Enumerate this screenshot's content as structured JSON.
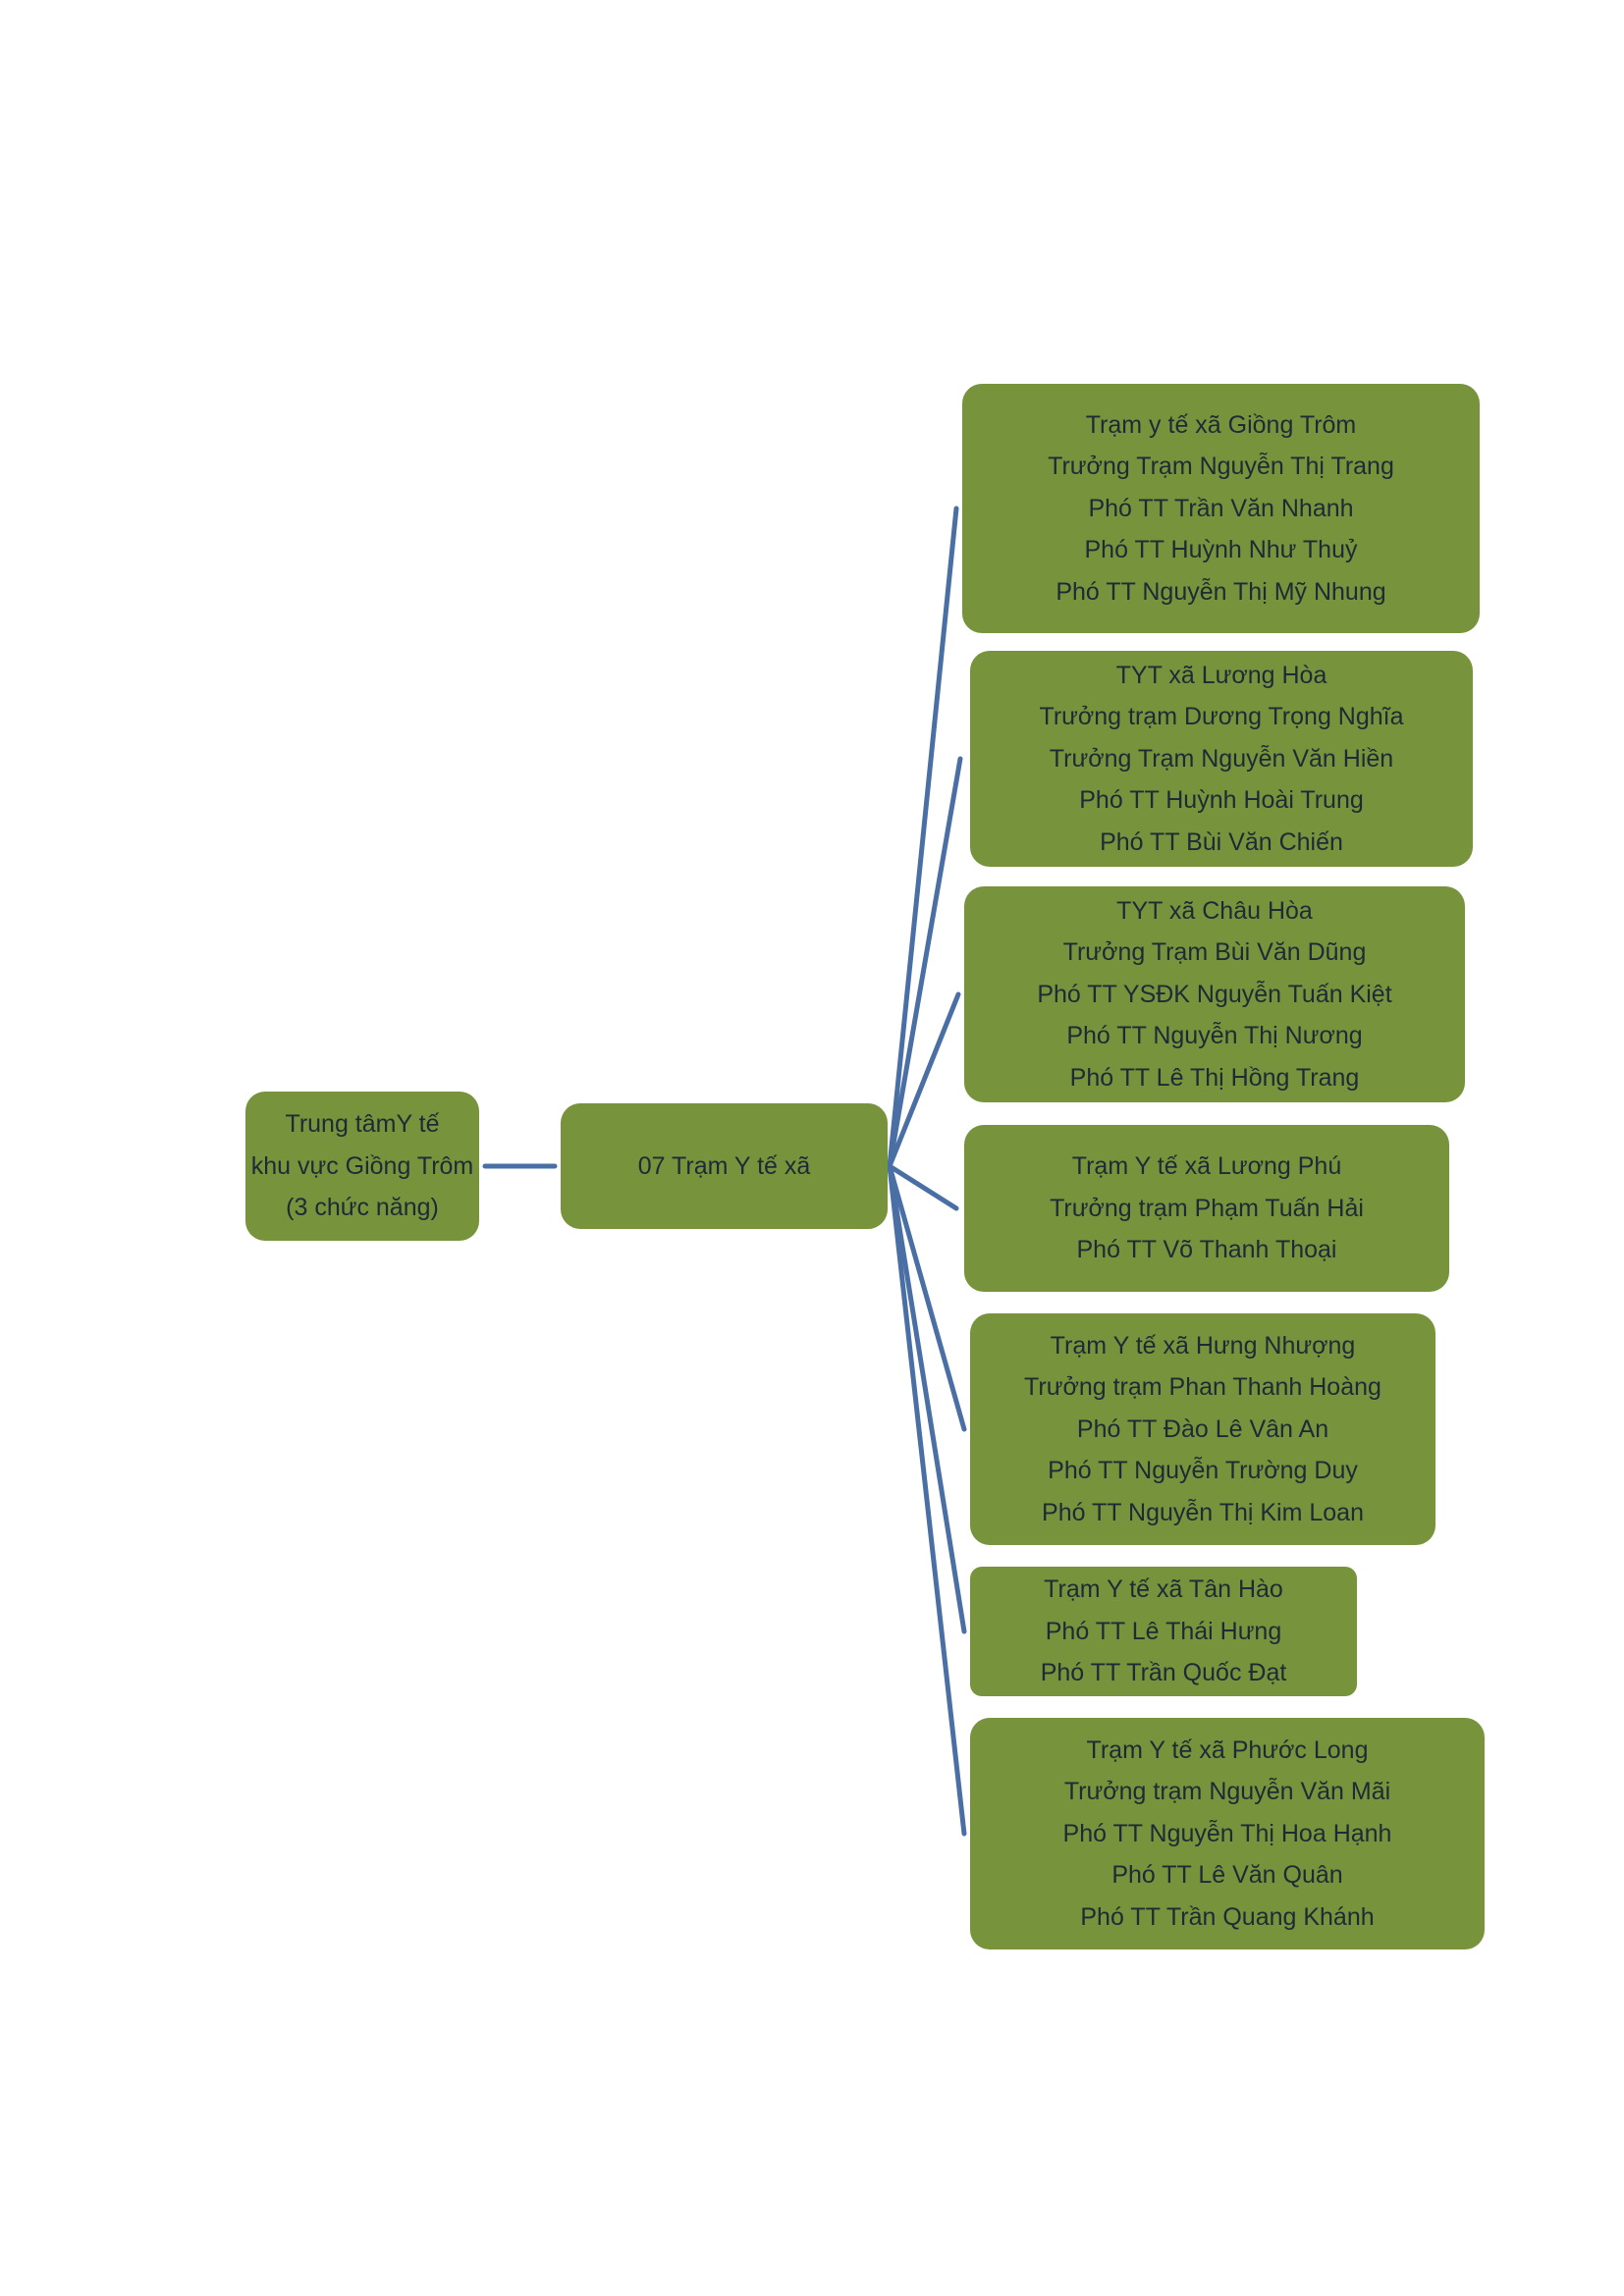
{
  "colors": {
    "node_fill": "#77933c",
    "connector": "#4a6fa5",
    "text": "#1f2a36"
  },
  "root": {
    "lines": [
      "Trung tâmY tế",
      "khu vực Giồng Trôm",
      "(3 chức năng)"
    ]
  },
  "hub": {
    "lines": [
      "07 Trạm Y tế xã"
    ]
  },
  "stations": [
    {
      "lines": [
        "Trạm y tế xã Giồng Trôm",
        "Trưởng Trạm Nguyễn Thị Trang",
        "Phó TT Trần Văn Nhanh",
        "Phó TT Huỳnh Như Thuỷ",
        "Phó TT Nguyễn Thị Mỹ Nhung"
      ]
    },
    {
      "lines": [
        "TYT xã Lương Hòa",
        "Trưởng trạm Dương Trọng Nghĩa",
        "Trưởng Trạm Nguyễn Văn Hiền",
        "Phó TT Huỳnh Hoài Trung",
        "Phó TT Bùi Văn Chiến"
      ]
    },
    {
      "lines": [
        "TYT xã Châu Hòa",
        "Trưởng Trạm Bùi Văn Dũng",
        "Phó TT YSĐK Nguyễn Tuấn Kiệt",
        "Phó TT Nguyễn Thị Nương",
        "Phó TT Lê Thị Hồng Trang"
      ]
    },
    {
      "lines": [
        "Trạm Y tế xã Lương Phú",
        "Trưởng trạm Phạm Tuấn Hải",
        "Phó TT Võ Thanh Thoại"
      ]
    },
    {
      "lines": [
        "Trạm Y tế xã Hưng Nhượng",
        "Trưởng trạm Phan Thanh Hoàng",
        "Phó TT Đào Lê Vân An",
        "Phó TT Nguyễn Trường Duy",
        "Phó TT Nguyễn Thị Kim Loan"
      ]
    },
    {
      "lines": [
        "Trạm Y tế xã Tân Hào",
        "Phó TT Lê Thái Hưng",
        "Phó TT Trần Quốc Đạt"
      ]
    },
    {
      "lines": [
        "Trạm Y tế xã  Phước Long",
        "Trưởng trạm Nguyễn Văn Mãi",
        "Phó TT Nguyễn Thị Hoa Hạnh",
        "Phó TT Lê Văn Quân",
        "Phó TT Trần Quang Khánh"
      ]
    }
  ]
}
